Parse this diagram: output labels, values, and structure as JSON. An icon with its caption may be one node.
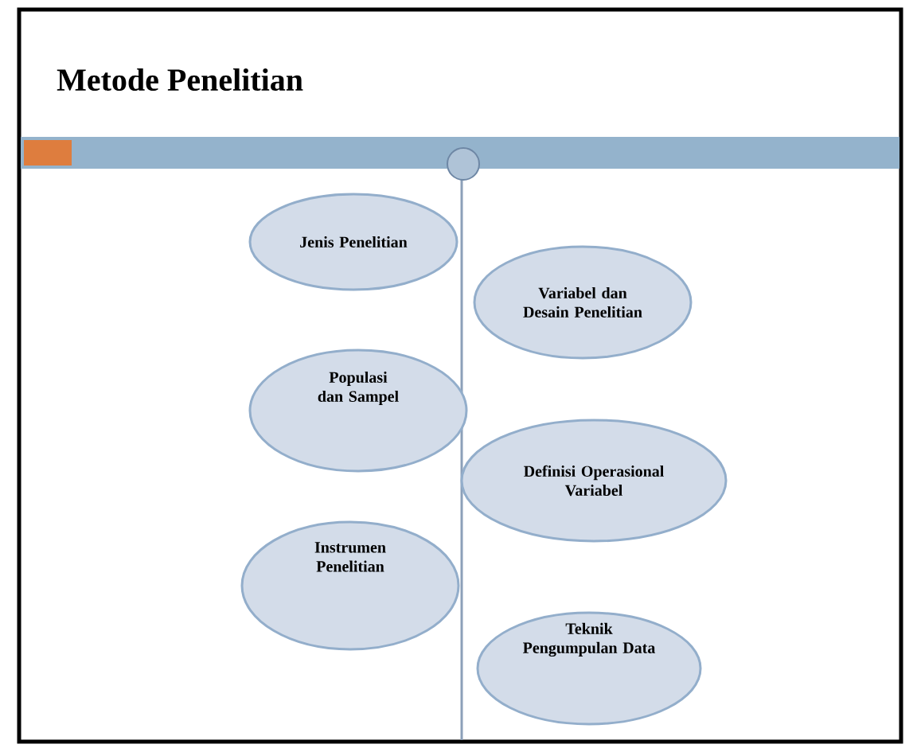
{
  "diagram": {
    "title": "Metode Penelitian",
    "nodes": [
      {
        "text": [
          "Jenis Penelitian"
        ]
      },
      {
        "text": [
          "Variabel dan Desain Penelitian"
        ]
      },
      {
        "text": [
          "Populasi dan Sampel"
        ]
      },
      {
        "text": [
          "Definisi Operasional Variabel"
        ]
      },
      {
        "text": [
          "Instrumen Penelitian"
        ]
      },
      {
        "text": [
          "Teknik Pengumpulan Data"
        ]
      }
    ]
  }
}
